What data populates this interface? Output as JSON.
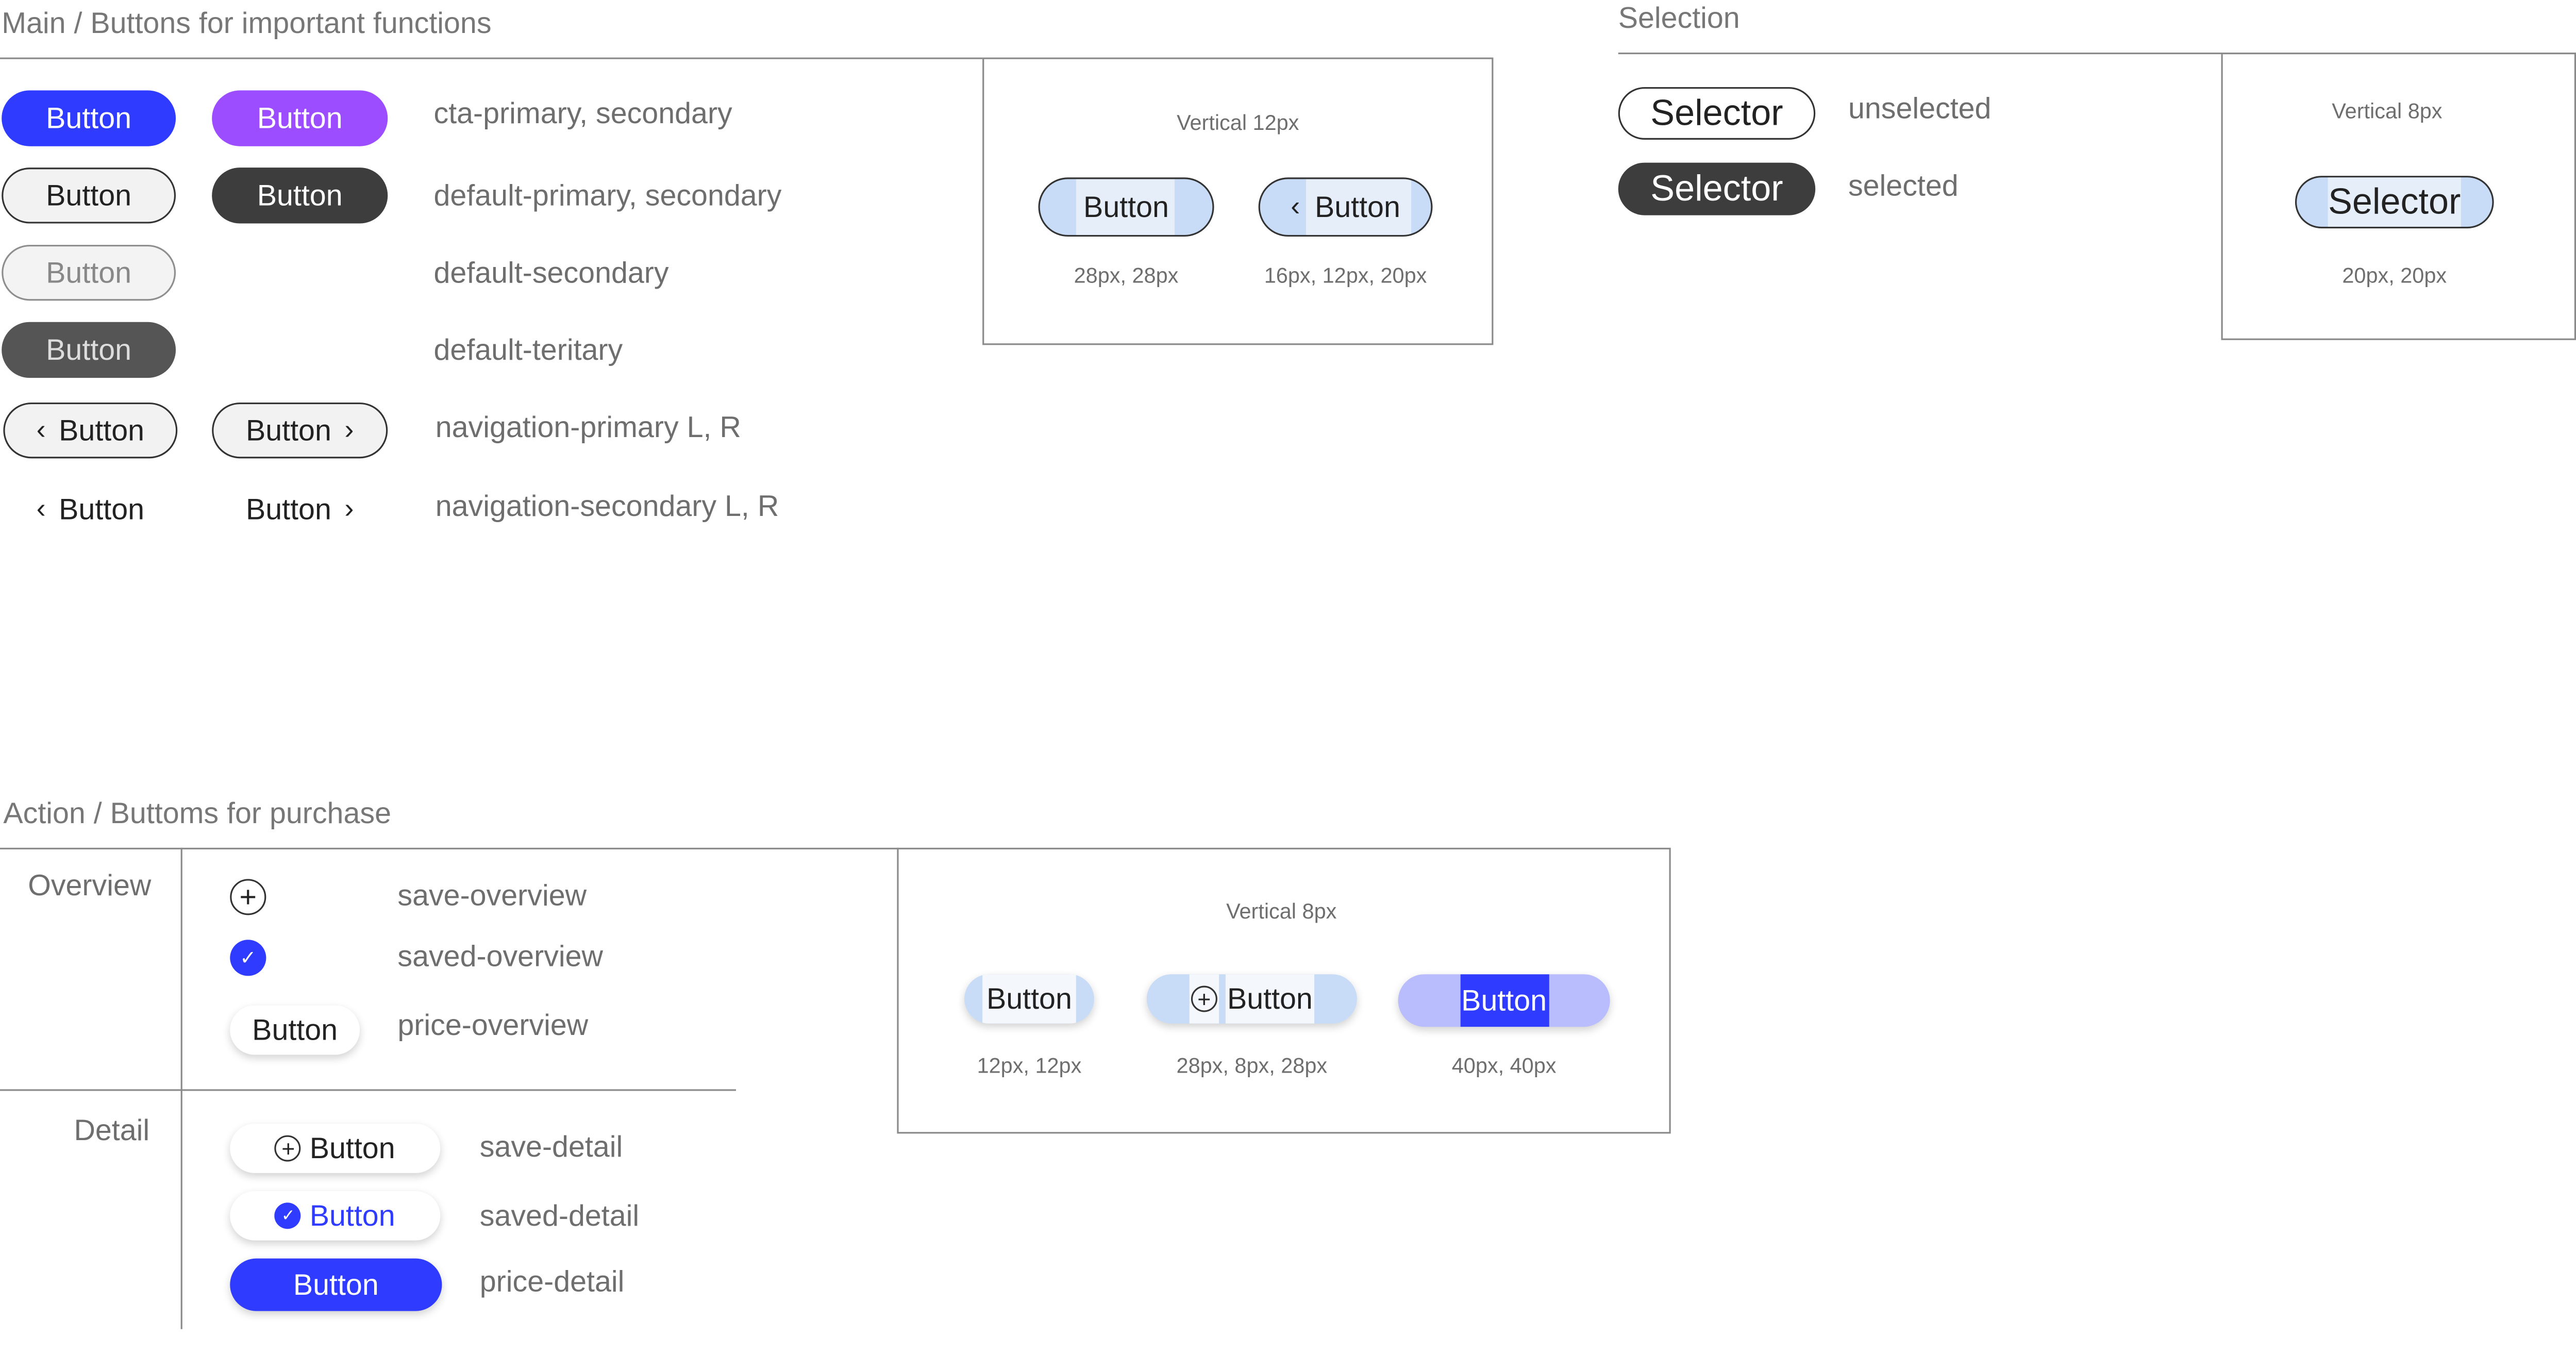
{
  "main": {
    "title": "Main / Buttons for important functions",
    "rows": [
      {
        "left": "Button",
        "right": "Button",
        "label": "cta-primary, secondary"
      },
      {
        "left": "Button",
        "right": "Button",
        "label": "default-primary, secondary"
      },
      {
        "left": "Button",
        "label": "default-secondary"
      },
      {
        "left": "Button",
        "label": "default-teritary"
      },
      {
        "left": "Button",
        "right": "Button",
        "label": "navigation-primary L, R"
      },
      {
        "left": "Button",
        "right": "Button",
        "label": "navigation-secondary L, R"
      }
    ],
    "spec": {
      "heading": "Vertical 12px",
      "button1": "Button",
      "button2": "Button",
      "caption1": "28px, 28px",
      "caption2": "16px, 12px, 20px"
    }
  },
  "selection": {
    "title": "Selection",
    "rows": [
      {
        "button": "Selector",
        "label": "unselected"
      },
      {
        "button": "Selector",
        "label": "selected"
      }
    ],
    "spec": {
      "heading": "Vertical 8px",
      "button": "Selector",
      "caption": "20px, 20px"
    }
  },
  "action": {
    "title": "Action / Buttoms for purchase",
    "overview": {
      "header": "Overview",
      "rows": [
        {
          "label": "save-overview"
        },
        {
          "label": "saved-overview"
        },
        {
          "button": "Button",
          "label": "price-overview"
        }
      ]
    },
    "detail": {
      "header": "Detail",
      "rows": [
        {
          "button": "Button",
          "label": "save-detail"
        },
        {
          "button": "Button",
          "label": "saved-detail"
        },
        {
          "button": "Button",
          "label": "price-detail"
        }
      ]
    },
    "spec": {
      "heading": "Vertical 8px",
      "button1": "Button",
      "button2": "Button",
      "button3": "Button",
      "caption1": "12px, 12px",
      "caption2": "28px, 8px, 28px",
      "caption3": "40px, 40px"
    }
  },
  "colors": {
    "cta_primary": "#2f3cff",
    "cta_secondary": "#9b4dff",
    "dark": "#3d3d3d",
    "spacing_highlight": "#c8dcf7"
  },
  "icons": [
    "chevron-left-icon",
    "chevron-right-icon",
    "plus-circle-icon",
    "check-circle-icon"
  ]
}
